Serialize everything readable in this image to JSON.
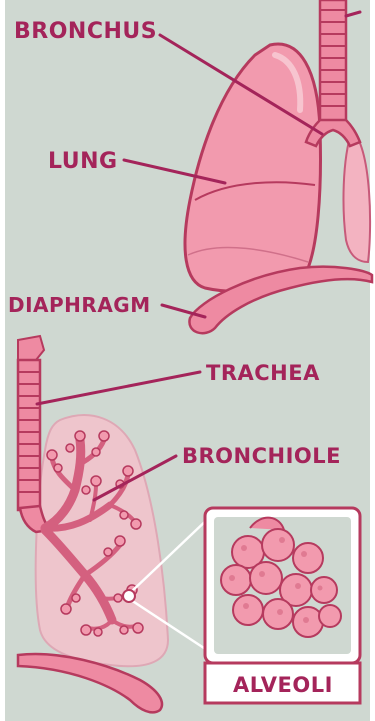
{
  "labels": {
    "bronchus": "BRONCHUS",
    "lung": "LUNG",
    "diaphragm": "DIAPHRAGM",
    "trachea": "TRACHEA",
    "bronchiole": "BRONCHIOLE",
    "alveoli": "ALVEOLI"
  },
  "colors": {
    "background": "#cfd8d1",
    "lung": "#f29aae",
    "lung_dark": "#e07a92",
    "outline": "#b63a5e",
    "label": "#a4245a",
    "panel": "#ffffff"
  }
}
